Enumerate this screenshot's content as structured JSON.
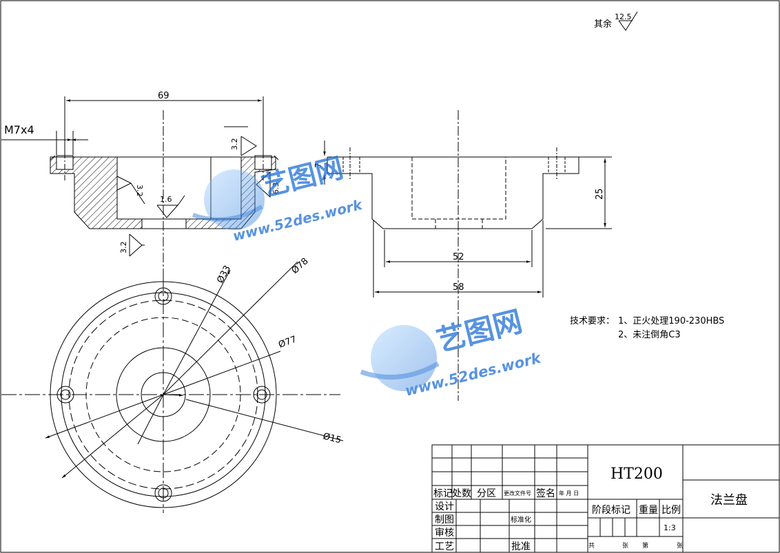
{
  "drawing": {
    "roughness_prefix": "其余",
    "roughness_default": "12.5",
    "dims": {
      "width_69": "69",
      "thread": "M7x4",
      "rough_32_a": "3.2",
      "rough_32_b": "3.2",
      "rough_32_c": "3.2",
      "rough_16": "1.6",
      "rough_63": "6.3",
      "step_7": "7",
      "height_25": "25",
      "d52": "52",
      "d58": "58",
      "dia_78": "Ø78",
      "dia_33": "Ø33",
      "dia_77": "Ø77",
      "dia_15": "Ø15"
    },
    "tech_req": {
      "title": "技术要求：",
      "item1": "1、正火处理190-230HBS",
      "item2": "2、未注倒角C3"
    },
    "watermark": {
      "brand": "艺图网",
      "url": "www.52des.work"
    }
  },
  "title_block": {
    "material": "HT200",
    "part_name": "法兰盘",
    "h_mark": "标记",
    "h_count": "处数",
    "h_zone": "分区",
    "h_docno": "更改文件号",
    "h_sign": "签名",
    "h_date": "年 月 日",
    "r_design": "设计",
    "r_draw": "制图",
    "r_check": "审核",
    "r_process": "工艺",
    "standardize": "标准化",
    "approve": "批准",
    "stage_mark": "阶段标记",
    "weight": "重量",
    "scale_label": "比例",
    "scale_value": "1:3",
    "total": "共",
    "sheets": "张",
    "nth": "第",
    "sheet": "张"
  },
  "colors": {
    "line": "#000000",
    "watermark": "#1f6fd6"
  }
}
